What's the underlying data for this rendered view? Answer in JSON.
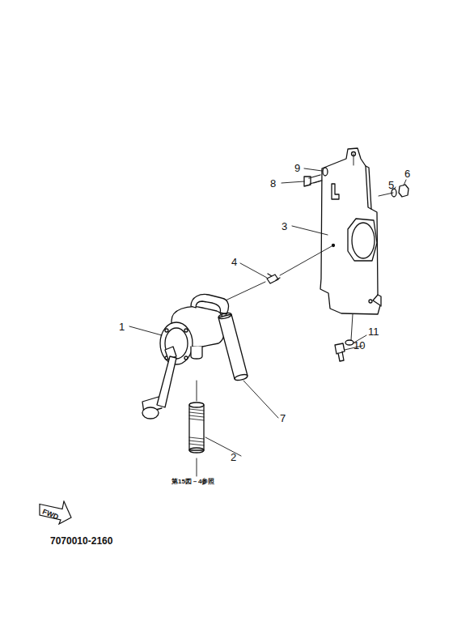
{
  "diagram": {
    "nodes": [
      {
        "text": [
          "FWD"
        ]
      }
    ],
    "labels": [
      "1",
      "2",
      "3",
      "4",
      "5",
      "6",
      "7",
      "8",
      "9",
      "10",
      "11",
      "第15図－4参照",
      "7070010-2160"
    ]
  }
}
